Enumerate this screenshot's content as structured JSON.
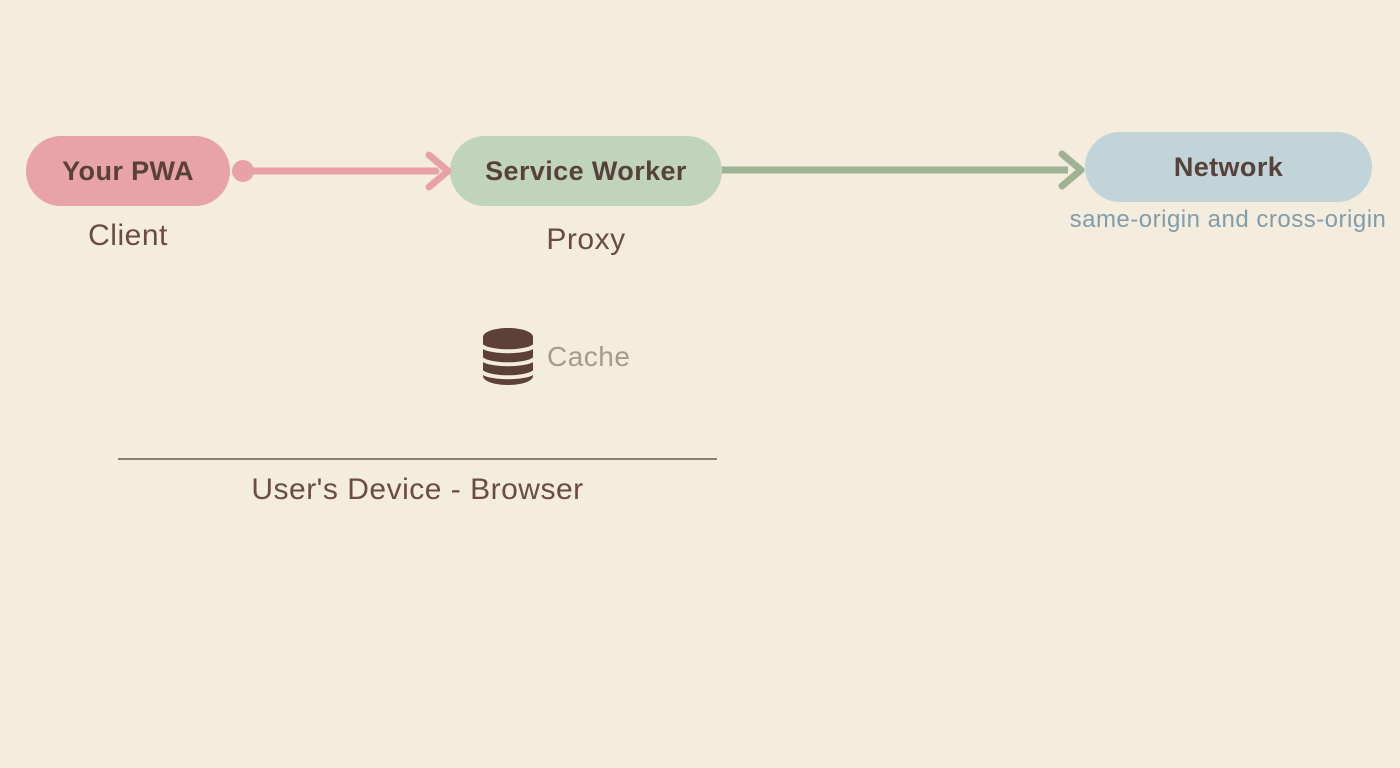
{
  "colors": {
    "background": "#f4ecdd",
    "pwa_fill": "#e7a3a6",
    "sw_fill": "#bfd4ba",
    "network_fill": "#c0d4d9",
    "node_text": "#574139",
    "sublabel_text": "#6b4c43",
    "arrow_pink": "#e8a2a6",
    "arrow_green": "#9eb394",
    "cache_icon": "#5d4037",
    "cache_icon_gap": "#f4ecdd",
    "cache_text": "#a89a8f",
    "origin_text": "#7f9dab",
    "device_line": "#8f7d73"
  },
  "nodes": {
    "pwa": {
      "label": "Your PWA",
      "sublabel": "Client"
    },
    "service_worker": {
      "label": "Service Worker",
      "sublabel": "Proxy"
    },
    "network": {
      "label": "Network",
      "sublabel": "same-origin and cross-origin"
    }
  },
  "cache": {
    "label": "Cache",
    "icon": "database-icon"
  },
  "device": {
    "label": "User's Device - Browser"
  }
}
